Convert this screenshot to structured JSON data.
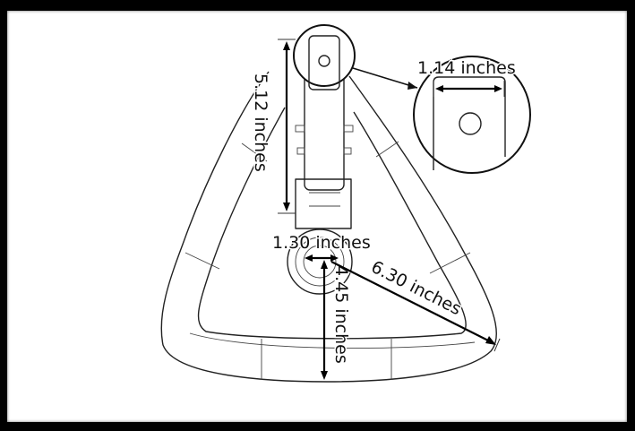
{
  "diagram": {
    "subject": "triangular handle line drawing with dimensions",
    "colors": {
      "background": "#000000",
      "canvas": "#ffffff",
      "lines": "#222222"
    },
    "dimensions": {
      "shaft_length": "5.12 inches",
      "tab_width": "1.14 inches",
      "hub_diameter": "1.30 inches",
      "hub_to_bottom": "4.45 inches",
      "hub_to_corner": "6.30 inches"
    },
    "callout": {
      "label": "detail-magnified-tab"
    }
  }
}
